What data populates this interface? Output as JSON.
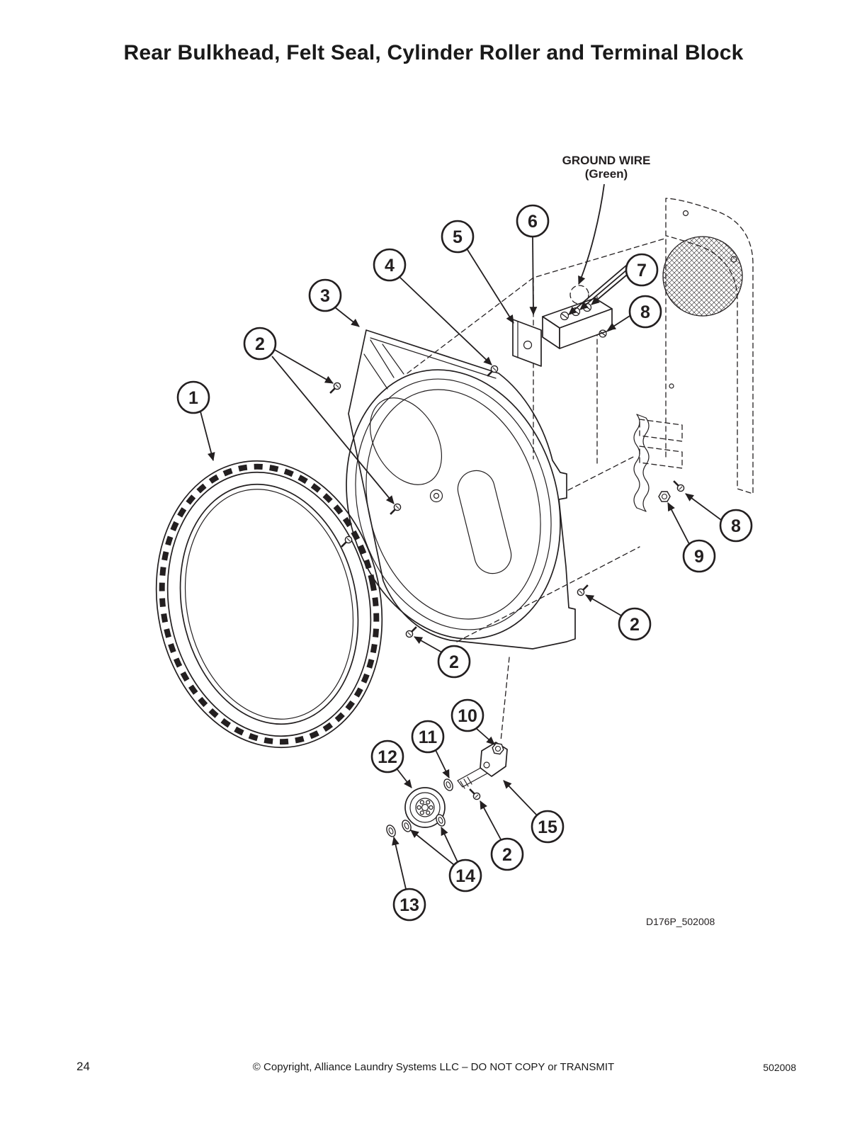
{
  "title": "Rear Bulkhead, Felt Seal, Cylinder Roller and Terminal Block",
  "annotations": {
    "ground_wire_line1": "GROUND WIRE",
    "ground_wire_line2": "(Green)",
    "diagram_id": "D176P_502008"
  },
  "callouts": [
    "6",
    "5",
    "4",
    "7",
    "3",
    "8",
    "2",
    "1",
    "8",
    "9",
    "2",
    "2",
    "10",
    "11",
    "12",
    "15",
    "2",
    "14",
    "13"
  ],
  "footer": {
    "page_number": "24",
    "copyright": "© Copyright, Alliance Laundry Systems LLC – DO NOT COPY or TRANSMIT",
    "doc_number": "502008"
  },
  "colors": {
    "ink": "#231f20",
    "paper": "#ffffff"
  }
}
